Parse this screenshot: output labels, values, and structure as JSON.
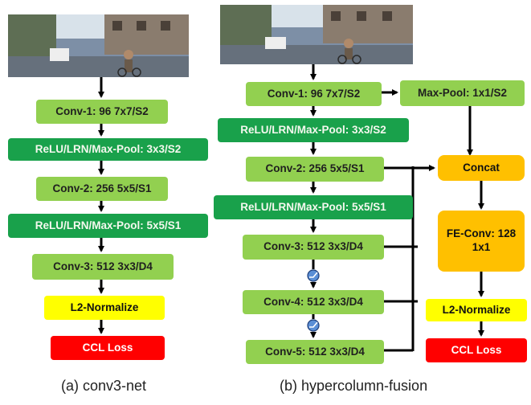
{
  "left": {
    "boxes": [
      "Conv-1: 96 7x7/S2",
      "ReLU/LRN/Max-Pool: 3x3/S2",
      "Conv-2: 256 5x5/S1",
      "ReLU/LRN/Max-Pool: 5x5/S1",
      "Conv-3: 512 3x3/D4",
      "L2-Normalize",
      "CCL Loss"
    ],
    "caption": "(a) conv3-net"
  },
  "right": {
    "boxes": [
      "Conv-1: 96 7x7/S2",
      "ReLU/LRN/Max-Pool: 3x3/S2",
      "Conv-2: 256 5x5/S1",
      "ReLU/LRN/Max-Pool: 5x5/S1",
      "Conv-3: 512 3x3/D4",
      "Conv-4: 512 3x3/D4",
      "Conv-5: 512 3x3/D4"
    ],
    "side": {
      "maxpool": "Max-Pool: 1x1/S2",
      "concat": "Concat",
      "fe_conv": "FE-Conv: 128 1x1",
      "l2": "L2-Normalize",
      "loss": "CCL Loss"
    },
    "caption": "(b) hypercolumn-fusion"
  },
  "colors": {
    "light_green": "#92d050",
    "dark_green": "#19a14b",
    "yellow": "#ffff00",
    "red": "#ff0000",
    "orange": "#ffc000",
    "arrow": "#000000",
    "relu_circle": "#5b8fd6"
  }
}
